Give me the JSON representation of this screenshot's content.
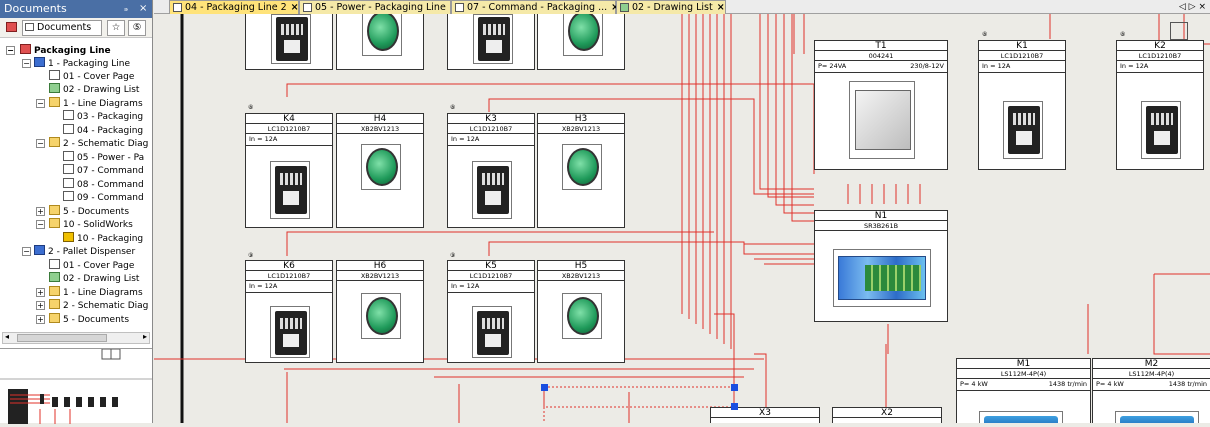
{
  "panel": {
    "title": "Documents",
    "pin": "ₔ",
    "close": "×",
    "tab_label": "Documents",
    "fav_icon": "☆",
    "hist_icon": "⑤"
  },
  "tree": [
    {
      "label": "Packaging Line",
      "bold": true
    },
    {
      "label": "1 - Packaging Line"
    },
    {
      "label": "01 - Cover Page"
    },
    {
      "label": "02 - Drawing List"
    },
    {
      "label": "1 - Line Diagrams"
    },
    {
      "label": "03 - Packaging"
    },
    {
      "label": "04 - Packaging"
    },
    {
      "label": "2 - Schematic Diag"
    },
    {
      "label": "05 - Power - Pa"
    },
    {
      "label": "07 - Command"
    },
    {
      "label": "08 - Command"
    },
    {
      "label": "09 - Command"
    },
    {
      "label": "5 - Documents"
    },
    {
      "label": "10 - SolidWorks"
    },
    {
      "label": "10 - Packaging"
    },
    {
      "label": "2 - Pallet Dispenser"
    },
    {
      "label": "01 - Cover Page"
    },
    {
      "label": "02 - Drawing List"
    },
    {
      "label": "1 - Line Diagrams"
    },
    {
      "label": "2 - Schematic Diag"
    },
    {
      "label": "5 - Documents"
    }
  ],
  "tabs": [
    {
      "label": "04 - Packaging Line 2"
    },
    {
      "label": "05 - Power - Packaging Line"
    },
    {
      "label": "07 - Command - Packaging ..."
    },
    {
      "label": "02 - Drawing List"
    }
  ],
  "tab_close": "×",
  "tab_nav": "◁ ▷ ×",
  "components": {
    "T1": {
      "tag": "T1",
      "ref": "004241",
      "r1": "P=  24VA",
      "r2": "230/8-12V"
    },
    "K1": {
      "tag": "K1",
      "ref": "LC1D1210B7",
      "r1": "In  =  12A",
      "idx": "⑧"
    },
    "K2": {
      "tag": "K2",
      "ref": "LC1D1210B7",
      "r1": "In  =  12A",
      "idx": "⑧"
    },
    "K4": {
      "tag": "K4",
      "ref": "LC1D1210B7",
      "r1": "In  =  12A",
      "idx": "⑧"
    },
    "H4": {
      "tag": "H4",
      "ref": "XB2BV1213"
    },
    "K3": {
      "tag": "K3",
      "ref": "LC1D1210B7",
      "r1": "In  =  12A",
      "idx": "⑧"
    },
    "H3": {
      "tag": "H3",
      "ref": "XB2BV1213"
    },
    "K6": {
      "tag": "K6",
      "ref": "LC1D1210B7",
      "r1": "In  =  12A",
      "idx": "⑨"
    },
    "H6": {
      "tag": "H6",
      "ref": "XB2BV1213"
    },
    "K5": {
      "tag": "K5",
      "ref": "LC1D1210B7",
      "r1": "In  =  12A",
      "idx": "⑨"
    },
    "H5": {
      "tag": "H5",
      "ref": "XB2BV1213"
    },
    "N1": {
      "tag": "N1",
      "ref": "SR3B261B"
    },
    "M1": {
      "tag": "M1",
      "ref": "LS112M-4P(4)",
      "r1": "P=  4 kW",
      "r2": "1438 tr/min"
    },
    "M2": {
      "tag": "M2",
      "ref": "LS112M-4P(4)",
      "r1": "P=  4 kW",
      "r2": "1438 tr/min"
    },
    "X3": {
      "tag": "X3"
    },
    "X2": {
      "tag": "X2"
    }
  },
  "colors": {
    "wire": "#e0302a",
    "selection": "#1a4ee0",
    "title_bar": "#4a6fa5"
  }
}
